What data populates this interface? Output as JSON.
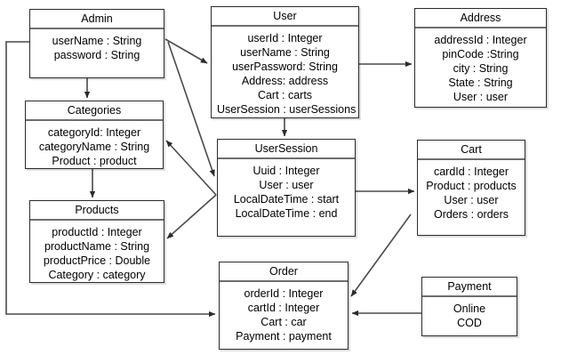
{
  "diagram": {
    "type": "uml-class-diagram",
    "background": "#ffffff",
    "line_color": "#4a4a4a",
    "border_color": "#2b2b2b",
    "classes": [
      {
        "id": "admin",
        "title": "Admin",
        "attributes": [
          "userName : String",
          "password : String"
        ]
      },
      {
        "id": "user",
        "title": "User",
        "attributes": [
          "userId : Integer",
          "userName : String",
          "userPassword: String",
          "Address: address",
          "Cart : carts",
          "UserSession : userSessions"
        ]
      },
      {
        "id": "address",
        "title": "Address",
        "attributes": [
          "addressId : Integer",
          "pinCode :String",
          "city : String",
          "State : String",
          "User : user"
        ]
      },
      {
        "id": "categories",
        "title": "Categories",
        "attributes": [
          "categoryId: Integer",
          "categoryName : String",
          "Product : product"
        ]
      },
      {
        "id": "products",
        "title": "Products",
        "attributes": [
          "productId : Integer",
          "productName : String",
          "productPrice : Double",
          "Category : category"
        ]
      },
      {
        "id": "usersession",
        "title": "UserSession",
        "attributes": [
          "Uuid : Integer",
          "User : user",
          "LocalDateTime : start",
          "LocalDateTime :  end"
        ]
      },
      {
        "id": "cart",
        "title": "Cart",
        "attributes": [
          "cardId : Integer",
          "Product :  products",
          "User :  user",
          "Orders :  orders"
        ]
      },
      {
        "id": "order",
        "title": "Order",
        "attributes": [
          "orderId : Integer",
          "cartId : Integer",
          "Cart : car",
          "Payment : payment"
        ]
      },
      {
        "id": "payment",
        "title": "Payment",
        "attributes": [
          "Online",
          "COD"
        ]
      }
    ],
    "relations": [
      {
        "from": "admin",
        "to": "categories",
        "style": "arrow"
      },
      {
        "from": "admin",
        "to": "products",
        "style": "arrow"
      },
      {
        "from": "admin",
        "to": "user",
        "style": "arrow"
      },
      {
        "from": "admin",
        "to": "usersession",
        "style": "arrow"
      },
      {
        "from": "admin",
        "to": "order",
        "style": "arrow"
      },
      {
        "from": "user",
        "to": "address",
        "style": "arrow"
      },
      {
        "from": "user",
        "to": "usersession",
        "style": "arrow"
      },
      {
        "from": "usersession",
        "to": "categories",
        "style": "arrow"
      },
      {
        "from": "usersession",
        "to": "products",
        "style": "arrow"
      },
      {
        "from": "usersession",
        "to": "cart",
        "style": "arrow"
      },
      {
        "from": "cart",
        "to": "order",
        "style": "arrow"
      },
      {
        "from": "payment",
        "to": "order",
        "style": "arrow"
      }
    ]
  }
}
